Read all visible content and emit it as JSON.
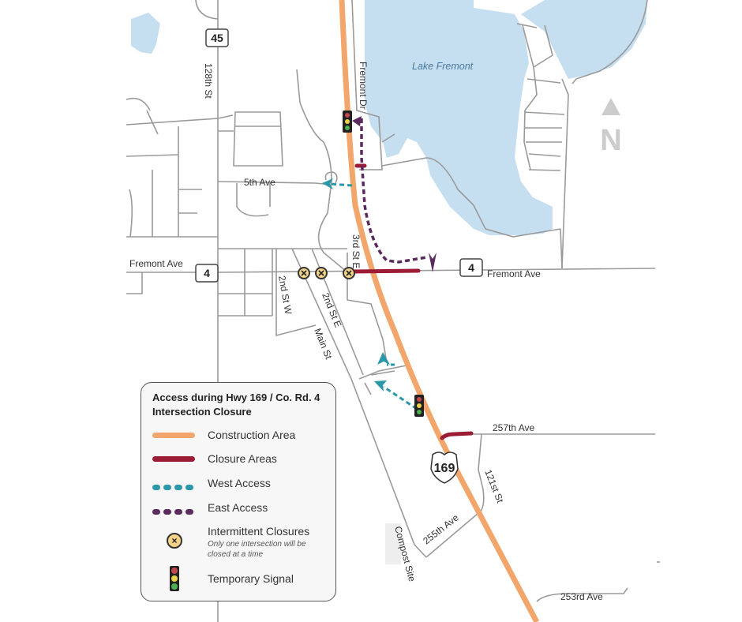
{
  "map": {
    "colors": {
      "construction": "#f2a66c",
      "closure": "#9b1c34",
      "west_access": "#2a98a8",
      "east_access": "#5a2a5e",
      "lake": "#c5dff0",
      "road": "#9a9a9a",
      "intermittent_fill": "#f3d38a"
    },
    "lake_label": "Lake Fremont",
    "north_label": "N",
    "shields": {
      "hwy45": "45",
      "co_rd4_west": "4",
      "co_rd4_east": "4",
      "us169": "169"
    },
    "street_labels": {
      "s128th": "128th St",
      "fremont_dr": "Fremont Dr",
      "fifth_ave": "5th Ave",
      "fremont_ave_west": "Fremont Ave",
      "fremont_ave_east": "Fremont Ave",
      "third_st_e": "3rd St E",
      "second_st_w": "2nd St W",
      "second_st_e": "2nd St E",
      "main_st": "Main St",
      "s257th_ave": "257th Ave",
      "s121st_st": "121st St",
      "s255th_ave": "255th Ave",
      "compost_site": "Compost Site",
      "s253rd_ave": "253rd Ave"
    }
  },
  "legend": {
    "title": "Access during Hwy 169 / Co. Rd. 4 Intersection Closure",
    "items": [
      {
        "label": "Construction Area",
        "symbol": "solid-line",
        "color": "#f2a66c"
      },
      {
        "label": "Closure Areas",
        "symbol": "solid-line",
        "color": "#9b1c34"
      },
      {
        "label": "West Access",
        "symbol": "dashed-line",
        "color": "#2a98a8"
      },
      {
        "label": "East Access",
        "symbol": "dashed-line",
        "color": "#5a2a5e"
      },
      {
        "label": "Intermittent Closures",
        "symbol": "x-circle",
        "note": "Only one intersection will be closed at a time"
      },
      {
        "label": "Temporary Signal",
        "symbol": "traffic-signal"
      }
    ]
  }
}
